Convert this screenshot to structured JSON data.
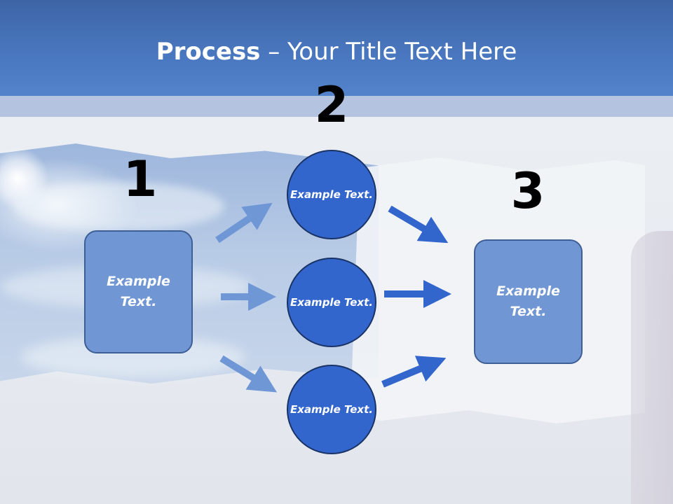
{
  "title": {
    "bold": "Process",
    "rest": " – Your Title Text Here"
  },
  "steps": {
    "one": "1",
    "two": "2",
    "three": "3"
  },
  "left_box": {
    "text": "Example Text."
  },
  "right_box": {
    "text": "Example Text."
  },
  "circles": [
    {
      "text": "Example Text."
    },
    {
      "text": "Example Text."
    },
    {
      "text": "Example Text."
    }
  ],
  "colors": {
    "header": "#4a78c0",
    "box_fill": "#7096d4",
    "circle_fill": "#3366cc",
    "arrow_light": "#6f97d6",
    "arrow_dark": "#3366cc"
  }
}
